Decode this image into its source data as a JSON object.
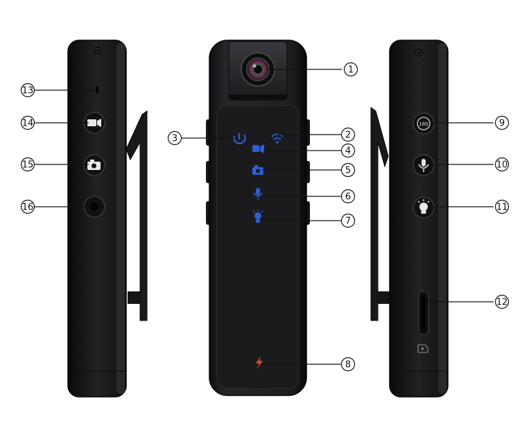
{
  "colors": {
    "body": "#1c1c1e",
    "body_edge": "#0a0a0a",
    "indicator_blue": "#2f5fd8",
    "indicator_red": "#d84a3a",
    "leader": "#111111"
  },
  "callouts": [
    {
      "id": "1",
      "label": "1"
    },
    {
      "id": "2",
      "label": "2"
    },
    {
      "id": "3",
      "label": "3"
    },
    {
      "id": "4",
      "label": "4"
    },
    {
      "id": "5",
      "label": "5"
    },
    {
      "id": "6",
      "label": "6"
    },
    {
      "id": "7",
      "label": "7"
    },
    {
      "id": "8",
      "label": "8"
    },
    {
      "id": "9",
      "label": "9"
    },
    {
      "id": "10",
      "label": "10"
    },
    {
      "id": "11",
      "label": "11"
    },
    {
      "id": "12",
      "label": "12"
    },
    {
      "id": "13",
      "label": "13"
    },
    {
      "id": "14",
      "label": "14"
    },
    {
      "id": "15",
      "label": "15"
    },
    {
      "id": "16",
      "label": "16"
    }
  ],
  "right_view": {
    "rotate_button_text": "180"
  },
  "icons": {
    "lens": "camera-lens-icon",
    "wifi": "wifi-icon",
    "power_indicator": "power-indicator-icon",
    "video": "video-camera-icon",
    "photo": "photo-camera-icon",
    "mic": "microphone-icon",
    "light": "light-bulb-icon",
    "charge": "lightning-icon",
    "sd_card": "sd-card-icon",
    "rotate": "rotate-180-icon",
    "screw": "screw-icon",
    "record": "record-dot-icon"
  }
}
